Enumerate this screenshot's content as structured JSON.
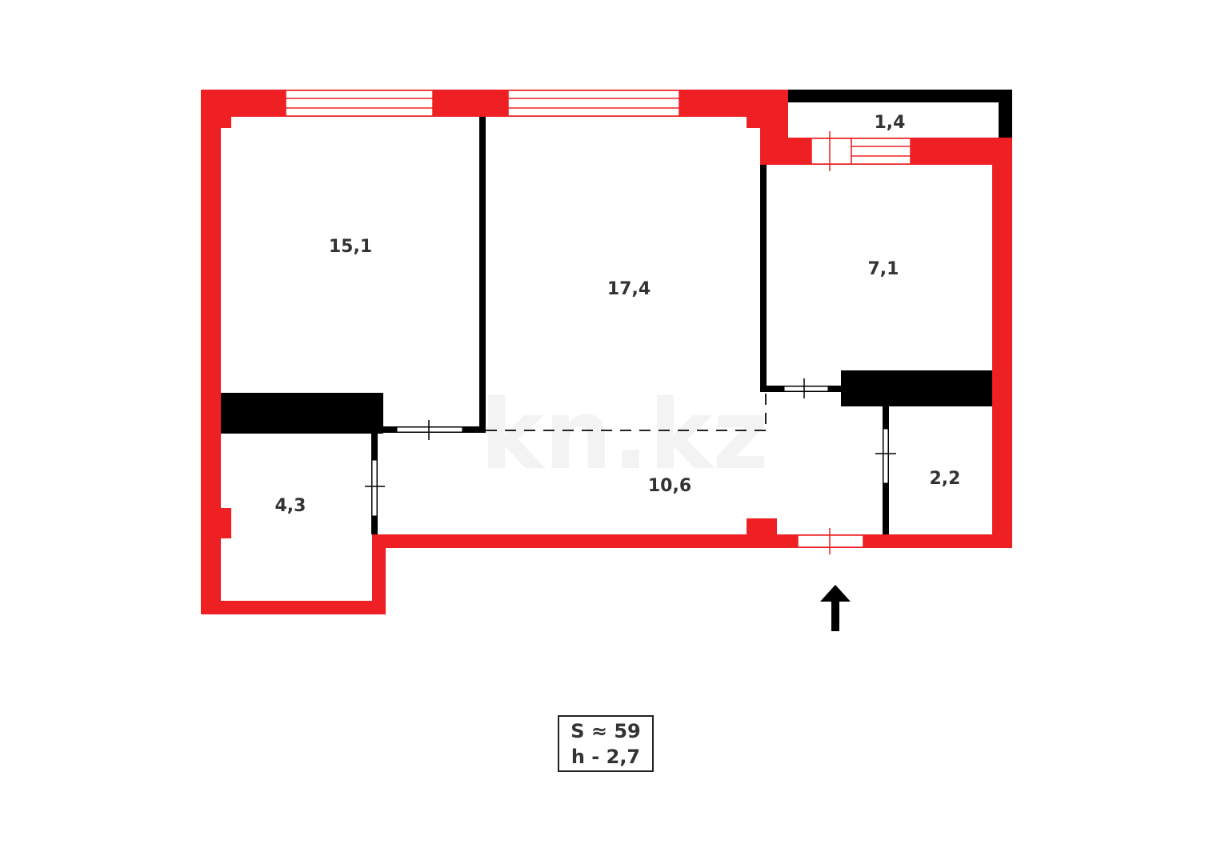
{
  "colors": {
    "exterior_wall": "#ee2024",
    "interior_wall": "#000000",
    "label": "#333333",
    "background": "#ffffff"
  },
  "watermark": "kn.kz",
  "rooms": [
    {
      "id": "room-1",
      "area": "15,1"
    },
    {
      "id": "room-2",
      "area": "17,4"
    },
    {
      "id": "room-3",
      "area": "7,1"
    },
    {
      "id": "balcony",
      "area": "1,4"
    },
    {
      "id": "hall",
      "area": "10,6"
    },
    {
      "id": "bathroom",
      "area": "4,3"
    },
    {
      "id": "toilet",
      "area": "2,2"
    }
  ],
  "summary": {
    "area": "S ≈ 59",
    "height": "h - 2,7"
  },
  "entrance_icon": "arrow-up-icon"
}
